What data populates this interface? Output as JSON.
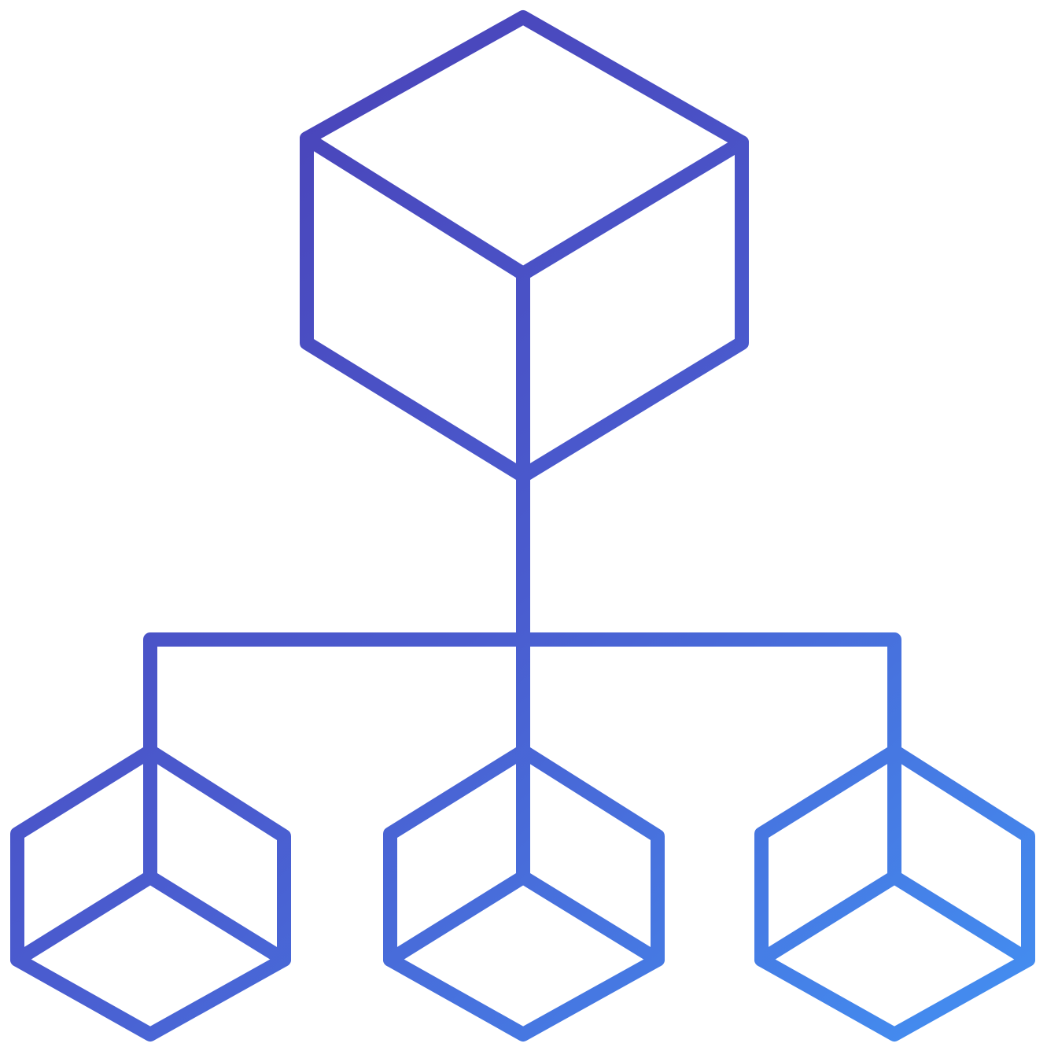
{
  "diagram": {
    "kind": "hierarchy-icon",
    "icon": "network-cubes-icon",
    "nodes": [
      {
        "id": "root-cube",
        "label": ""
      },
      {
        "id": "child-cube-left",
        "label": ""
      },
      {
        "id": "child-cube-center",
        "label": ""
      },
      {
        "id": "child-cube-right",
        "label": ""
      }
    ],
    "edges": [
      {
        "from": "root-cube",
        "to": "child-cube-left"
      },
      {
        "from": "root-cube",
        "to": "child-cube-center"
      },
      {
        "from": "root-cube",
        "to": "child-cube-right"
      }
    ],
    "colors": {
      "gradient_start": "#4a3fb5",
      "gradient_mid": "#4a5ccf",
      "gradient_end": "#4390f2",
      "background": "#ffffff"
    }
  }
}
